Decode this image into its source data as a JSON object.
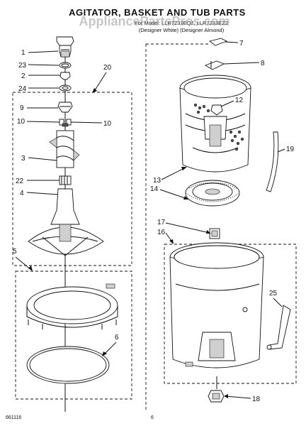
{
  "header": {
    "title": "AGITATOR, BASKET AND TUB PARTS",
    "model_line": "For Model: LLR7233EQ2, LLR7233EZ2",
    "variant_line": "(Designer White)   (Designer Almond)",
    "watermark": "AppliancePartsPros.com"
  },
  "callouts": {
    "c1": "1",
    "c23": "23",
    "c2": "2",
    "c24": "24",
    "c20": "20",
    "c9": "9",
    "c10a": "10",
    "c10b": "10",
    "c3": "3",
    "c22": "22",
    "c4": "4",
    "c5": "5",
    "c6": "6",
    "c7": "7",
    "c8": "8",
    "c12": "12",
    "c13": "13",
    "c14": "14",
    "c19": "19",
    "c17": "17",
    "c16": "16",
    "c25": "25",
    "c18": "18"
  },
  "footer": {
    "doc_number": "661116",
    "page_number": "6"
  }
}
